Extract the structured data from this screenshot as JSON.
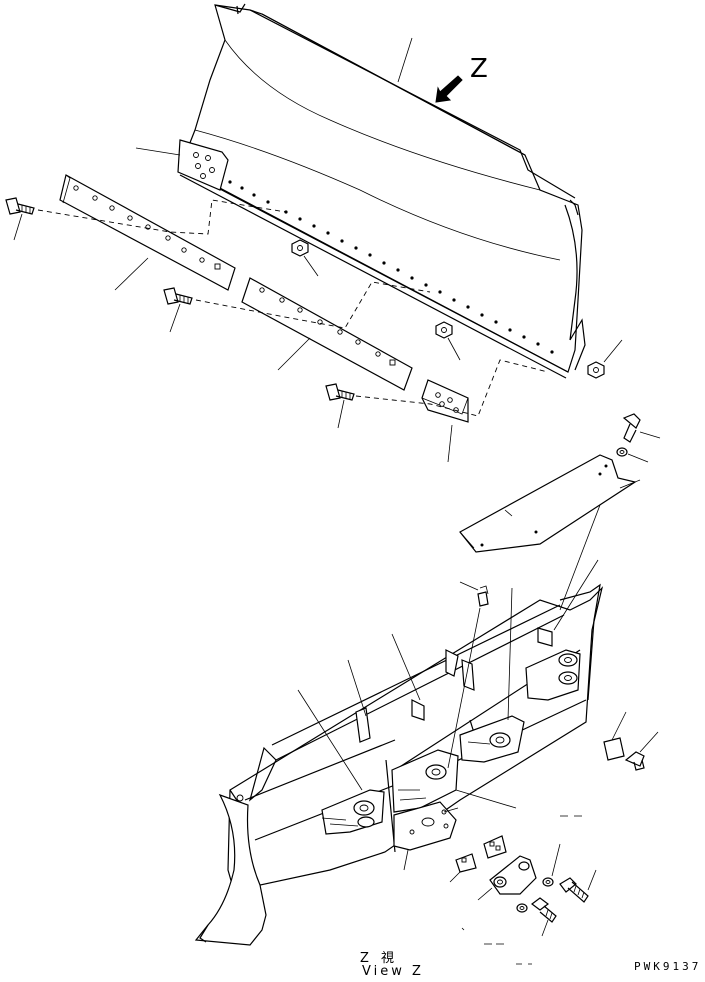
{
  "view_marker": "Z",
  "view_caption_jp": "Z 視",
  "view_caption_en": "View Z",
  "drawing_code": "PWK9137"
}
